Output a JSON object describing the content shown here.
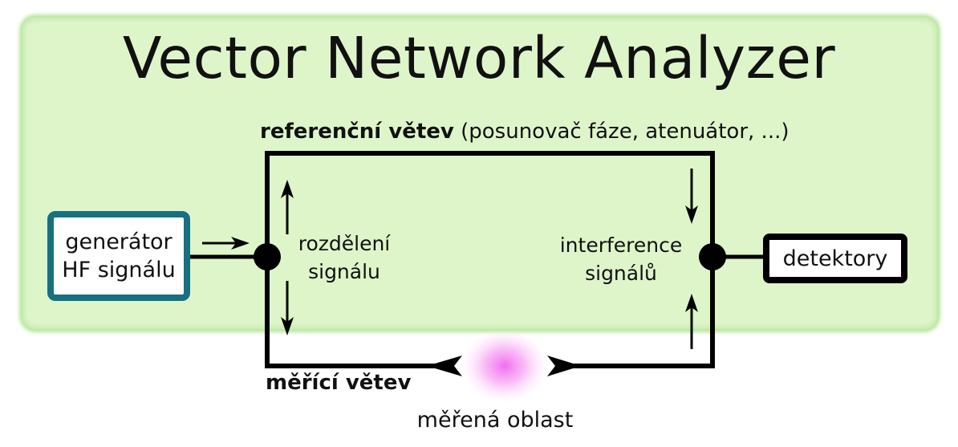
{
  "title": "Vector Network Analyzer",
  "reference_branch": {
    "name": "referenční větev",
    "detail": "(posunovač fáze, atenuátor, ...)"
  },
  "generator": {
    "line1": "generátor",
    "line2": "HF signálu"
  },
  "detector": {
    "label": "detektory"
  },
  "splitting": {
    "line1": "rozdělení",
    "line2": "signálu"
  },
  "interference": {
    "line1": "interference",
    "line2": "signálů"
  },
  "measurement_branch": {
    "label": "měřící větev"
  },
  "measured_area": {
    "label": "měřená oblast"
  },
  "colors": {
    "panel_fill": "#def5ca",
    "generator_border": "#16707f",
    "measured_area_glow": "#f26cf0",
    "line": "#000000"
  }
}
